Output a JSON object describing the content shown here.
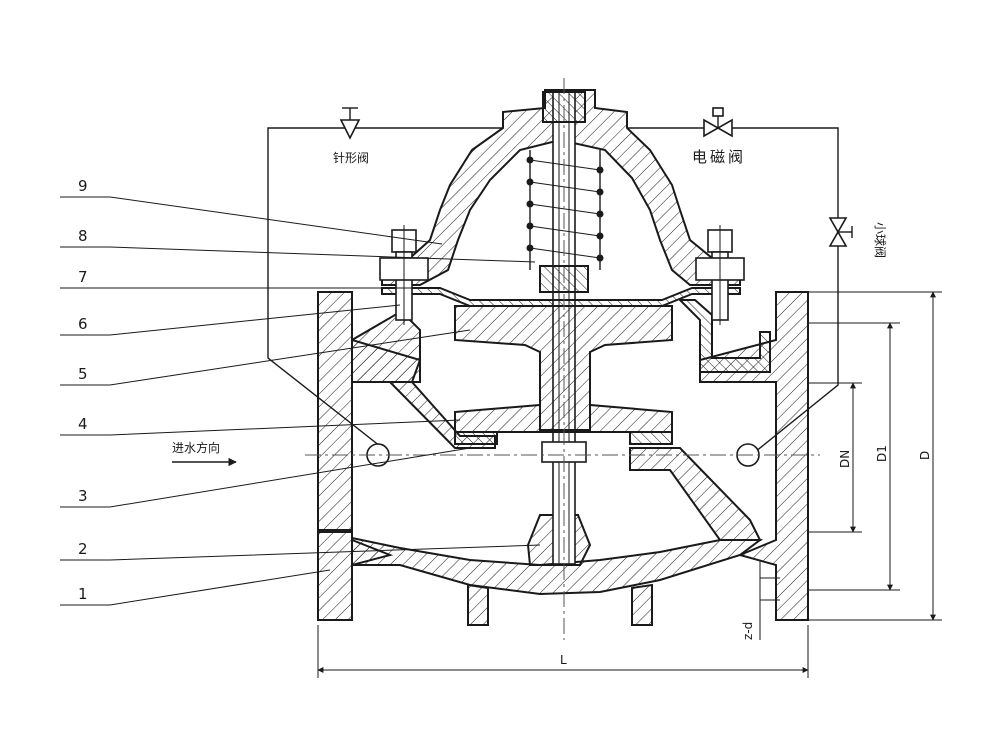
{
  "part_numbers": [
    "9",
    "8",
    "7",
    "6",
    "5",
    "4",
    "3",
    "2",
    "1"
  ],
  "labels": {
    "needle_valve": "针形阀",
    "solenoid_valve": "电磁阀",
    "small_ball_valve": "小球阀",
    "inlet_direction": "进水方向"
  },
  "dimensions": {
    "dn": "DN",
    "d1": "D1",
    "d": "D",
    "length": "L",
    "bolt_holes": "z-d"
  }
}
